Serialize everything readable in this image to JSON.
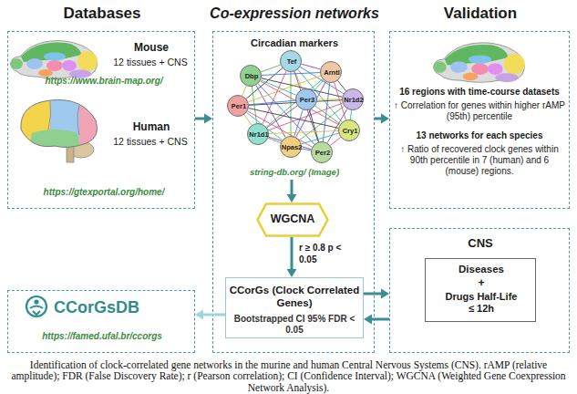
{
  "diagram": {
    "caption": "Identification of clock-correlated gene networks in the murine and human Central Nervous Systems (CNS). rAMP (relative amplitude); FDR (False Discovery Rate); r (Pearson correlation); CI (Confidence Interval); WGCNA (Weighted Gene Coexpression Network Analysis).",
    "nodes": [
      {
        "text": [
          "Databases",
          "Mouse",
          "12 tissues + CNS",
          "https://www.brain-map.org/",
          "Human",
          "12 tissues + CNS",
          "https://gtexportal.org/home/"
        ]
      },
      {
        "text": [
          "Co-expression networks"
        ]
      },
      {
        "text": [
          "Circadian markers",
          "string-db.org/ (Image)"
        ],
        "in": 1
      },
      {
        "text": [
          "Tef"
        ],
        "in": 2
      },
      {
        "text": [
          "Dbp"
        ],
        "in": 2
      },
      {
        "text": [
          "Arntl"
        ],
        "in": 2
      },
      {
        "text": [
          "Nr1d2"
        ],
        "in": 2
      },
      {
        "text": [
          "Per1"
        ],
        "in": 2
      },
      {
        "text": [
          "Per3"
        ],
        "in": 2
      },
      {
        "text": [
          "Cry1"
        ],
        "in": 2
      },
      {
        "text": [
          "Nr1d1"
        ],
        "in": 2
      },
      {
        "text": [
          "Npas2"
        ],
        "in": 2
      },
      {
        "text": [
          "Per2"
        ],
        "in": 2
      },
      {
        "text": [
          "WGCNA"
        ],
        "in": 1
      },
      {
        "text": [
          "CCorGs (Clock Correlated Genes)",
          "Bootstrapped CI 95% FDR < 0.05"
        ],
        "in": 1
      },
      {
        "text": [
          "Validation",
          "16 regions with time-course datasets",
          "↑ Correlation for genes within higher rAMP (95th) percentile",
          "13 networks for each species",
          "↑ Ratio of recovered clock genes within 90th percentile in 7 (human) and 6 (mouse) regions."
        ]
      },
      {
        "text": [
          "CNS"
        ]
      },
      {
        "text": [
          "Diseases",
          "+",
          "Drugs Half-Life ≤ 12h"
        ],
        "in": 16
      },
      {
        "text": [
          "CCorGsDB",
          "https://famed.ufal.br/ccorgs"
        ]
      }
    ],
    "edges": [
      {
        "from": 0,
        "to": 1,
        "arrow": "to"
      },
      {
        "from": 1,
        "to": 15,
        "arrow": "to"
      },
      {
        "from": 2,
        "to": 13,
        "arrow": "to"
      },
      {
        "from": 13,
        "to": 14,
        "arrow": "to",
        "label": "r ≥ 0.8 p < 0.05"
      },
      {
        "from": 14,
        "to": 18,
        "arrow": "to"
      },
      {
        "from": 14,
        "to": 16,
        "arrow": "to"
      },
      {
        "from": 16,
        "to": 14,
        "arrow": "to"
      },
      {
        "from": 3,
        "to": 4,
        "arrow": "none"
      },
      {
        "from": 3,
        "to": 5,
        "arrow": "none"
      },
      {
        "from": 3,
        "to": 6,
        "arrow": "none"
      },
      {
        "from": 3,
        "to": 7,
        "arrow": "none"
      },
      {
        "from": 3,
        "to": 8,
        "arrow": "none"
      },
      {
        "from": 3,
        "to": 9,
        "arrow": "none"
      },
      {
        "from": 3,
        "to": 10,
        "arrow": "none"
      },
      {
        "from": 3,
        "to": 11,
        "arrow": "none"
      },
      {
        "from": 3,
        "to": 12,
        "arrow": "none"
      },
      {
        "from": 4,
        "to": 5,
        "arrow": "none"
      },
      {
        "from": 4,
        "to": 6,
        "arrow": "none"
      },
      {
        "from": 4,
        "to": 7,
        "arrow": "none"
      },
      {
        "from": 4,
        "to": 8,
        "arrow": "none"
      },
      {
        "from": 4,
        "to": 9,
        "arrow": "none"
      },
      {
        "from": 4,
        "to": 10,
        "arrow": "none"
      },
      {
        "from": 4,
        "to": 11,
        "arrow": "none"
      },
      {
        "from": 4,
        "to": 12,
        "arrow": "none"
      },
      {
        "from": 5,
        "to": 6,
        "arrow": "none"
      },
      {
        "from": 5,
        "to": 7,
        "arrow": "none"
      },
      {
        "from": 5,
        "to": 8,
        "arrow": "none"
      },
      {
        "from": 5,
        "to": 9,
        "arrow": "none"
      },
      {
        "from": 5,
        "to": 10,
        "arrow": "none"
      },
      {
        "from": 5,
        "to": 11,
        "arrow": "none"
      },
      {
        "from": 5,
        "to": 12,
        "arrow": "none"
      },
      {
        "from": 6,
        "to": 7,
        "arrow": "none"
      },
      {
        "from": 6,
        "to": 8,
        "arrow": "none"
      },
      {
        "from": 6,
        "to": 9,
        "arrow": "none"
      },
      {
        "from": 6,
        "to": 10,
        "arrow": "none"
      },
      {
        "from": 6,
        "to": 11,
        "arrow": "none"
      },
      {
        "from": 6,
        "to": 12,
        "arrow": "none"
      },
      {
        "from": 7,
        "to": 8,
        "arrow": "none"
      },
      {
        "from": 7,
        "to": 9,
        "arrow": "none"
      },
      {
        "from": 7,
        "to": 10,
        "arrow": "none"
      },
      {
        "from": 7,
        "to": 11,
        "arrow": "none"
      },
      {
        "from": 7,
        "to": 12,
        "arrow": "none"
      },
      {
        "from": 8,
        "to": 9,
        "arrow": "none"
      },
      {
        "from": 8,
        "to": 10,
        "arrow": "none"
      },
      {
        "from": 8,
        "to": 11,
        "arrow": "none"
      },
      {
        "from": 8,
        "to": 12,
        "arrow": "none"
      },
      {
        "from": 9,
        "to": 10,
        "arrow": "none"
      },
      {
        "from": 9,
        "to": 11,
        "arrow": "none"
      },
      {
        "from": 9,
        "to": 12,
        "arrow": "none"
      },
      {
        "from": 10,
        "to": 11,
        "arrow": "none"
      },
      {
        "from": 10,
        "to": 12,
        "arrow": "none"
      },
      {
        "from": 11,
        "to": 12,
        "arrow": "none"
      }
    ]
  }
}
